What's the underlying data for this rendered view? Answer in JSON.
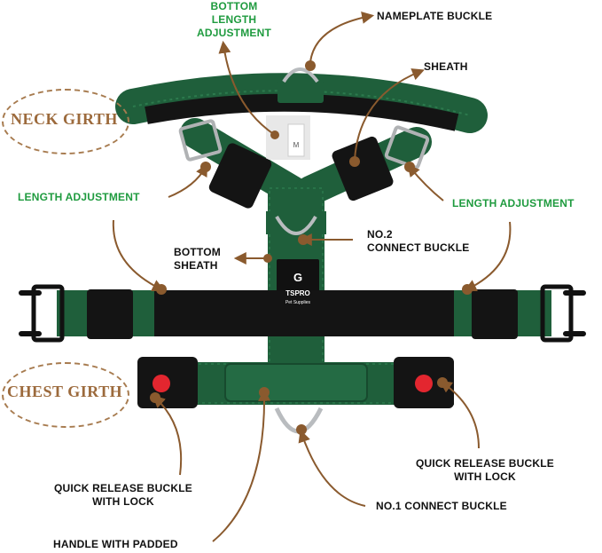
{
  "colors": {
    "callout": "#8a5a2e",
    "label_green": "#1f9b3f",
    "label_black": "#111111",
    "strap_green": "#1f5f3b",
    "padding_black": "#141414"
  },
  "annotations": {
    "neck_girth": "NECK GIRTH",
    "chest_girth": "CHEST GIRTH",
    "bottom_length_line1": "BOTTOM",
    "bottom_length_line2": "LENGTH",
    "bottom_length_line3": "ADJUSTMENT",
    "nameplate_buckle": "NAMEPLATE BUCKLE",
    "sheath": "SHEATH",
    "length_adjustment_left": "LENGTH ADJUSTMENT",
    "length_adjustment_right": "LENGTH ADJUSTMENT",
    "bottom_sheath_line1": "BOTTOM",
    "bottom_sheath_line2": "SHEATH",
    "connect_buckle_2_line1": "NO.2",
    "connect_buckle_2_line2": "CONNECT BUCKLE",
    "quick_release_left_line1": "QUICK RELEASE BUCKLE",
    "quick_release_left_line2": "WITH LOCK",
    "quick_release_right_line1": "QUICK RELEASE BUCKLE",
    "quick_release_right_line2": "WITH LOCK",
    "connect_buckle_1": "NO.1 CONNECT BUCKLE",
    "handle_padded": "HANDLE WITH PADDED"
  },
  "product": {
    "brand_name": "TSPRO",
    "brand_sub": "Pet Supplies",
    "size_tag": "M",
    "lock_icon": "lock-icon"
  }
}
